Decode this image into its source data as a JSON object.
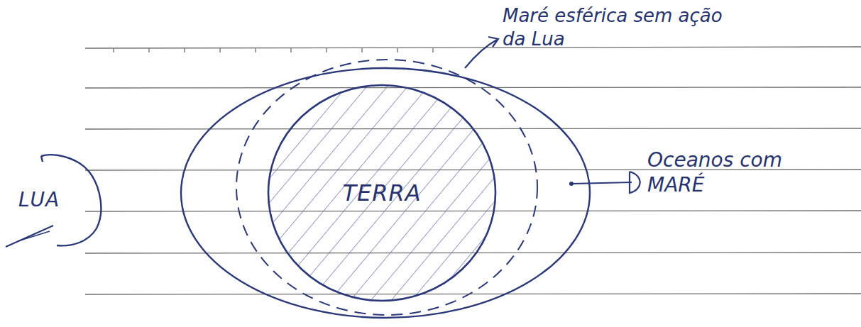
{
  "diagram": {
    "nodes": [
      {
        "text": [
          "LUA"
        ]
      },
      {
        "text": [
          "TERRA"
        ]
      }
    ],
    "labels": [
      "Maré esférica sem ação da Lua",
      "Oceanos com MARÉ"
    ]
  }
}
